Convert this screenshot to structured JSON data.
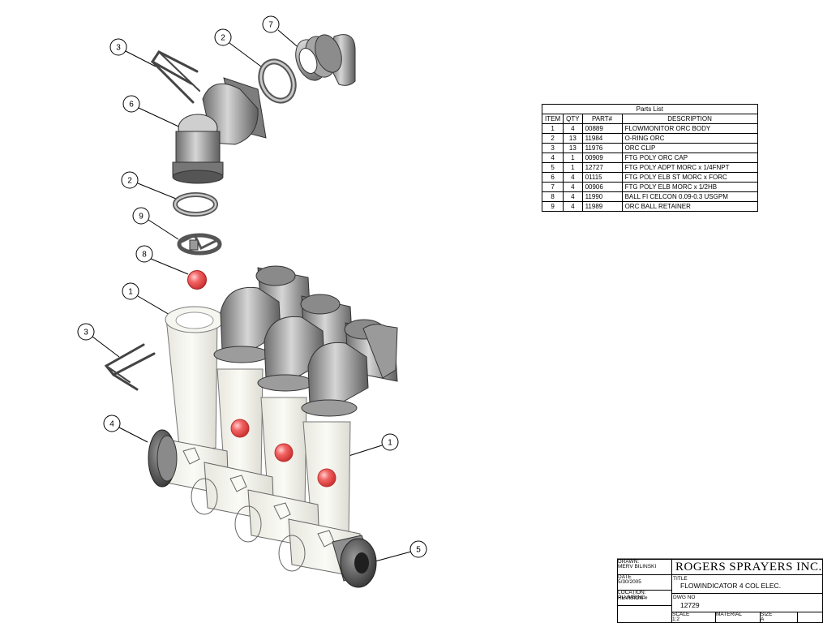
{
  "parts_list": {
    "title": "Parts List",
    "headers": [
      "ITEM",
      "QTY",
      "PART#",
      "DESCRIPTION"
    ],
    "rows": [
      [
        "1",
        "4",
        "00889",
        "FLOWMONITOR ORC BODY"
      ],
      [
        "2",
        "13",
        "11984",
        "O-RING ORC"
      ],
      [
        "3",
        "13",
        "11976",
        "ORC CLIP"
      ],
      [
        "4",
        "1",
        "00909",
        "FTG POLY ORC CAP"
      ],
      [
        "5",
        "1",
        "12727",
        "FTG POLY ADPT MORC x 1/4FNPT"
      ],
      [
        "6",
        "4",
        "01115",
        "FTG POLY ELB ST MORC x FORC"
      ],
      [
        "7",
        "4",
        "00906",
        "FTG POLY ELB MORC x 1/2HB"
      ],
      [
        "8",
        "4",
        "11990",
        "BALL FI CELCON 0.09-0.3 USGPM"
      ],
      [
        "9",
        "4",
        "11989",
        "ORC BALL RETAINER"
      ]
    ]
  },
  "balloons": [
    "3",
    "2",
    "7",
    "6",
    "2",
    "9",
    "8",
    "1",
    "3",
    "4",
    "1",
    "5"
  ],
  "title_block": {
    "drawn_label": "DRAWN:",
    "drawn_value": "MERV BILINSKI",
    "date_label": "DATE",
    "date_value": "5/30/2005",
    "location_label": "LOCATION:",
    "location_value": "PLUMBING",
    "revision_label": "REVISION #",
    "company": "ROGERS SPRAYERS INC.",
    "title_label": "TITLE",
    "title_value": "FLOWINDICATOR 4 COL ELEC.",
    "dwg_label": "DWG NO",
    "dwg_value": "12729",
    "scale_label": "SCALE",
    "scale_value": "1:2",
    "material_label": "MATERIAL",
    "size_label": "SIZE",
    "size_value": "A"
  }
}
